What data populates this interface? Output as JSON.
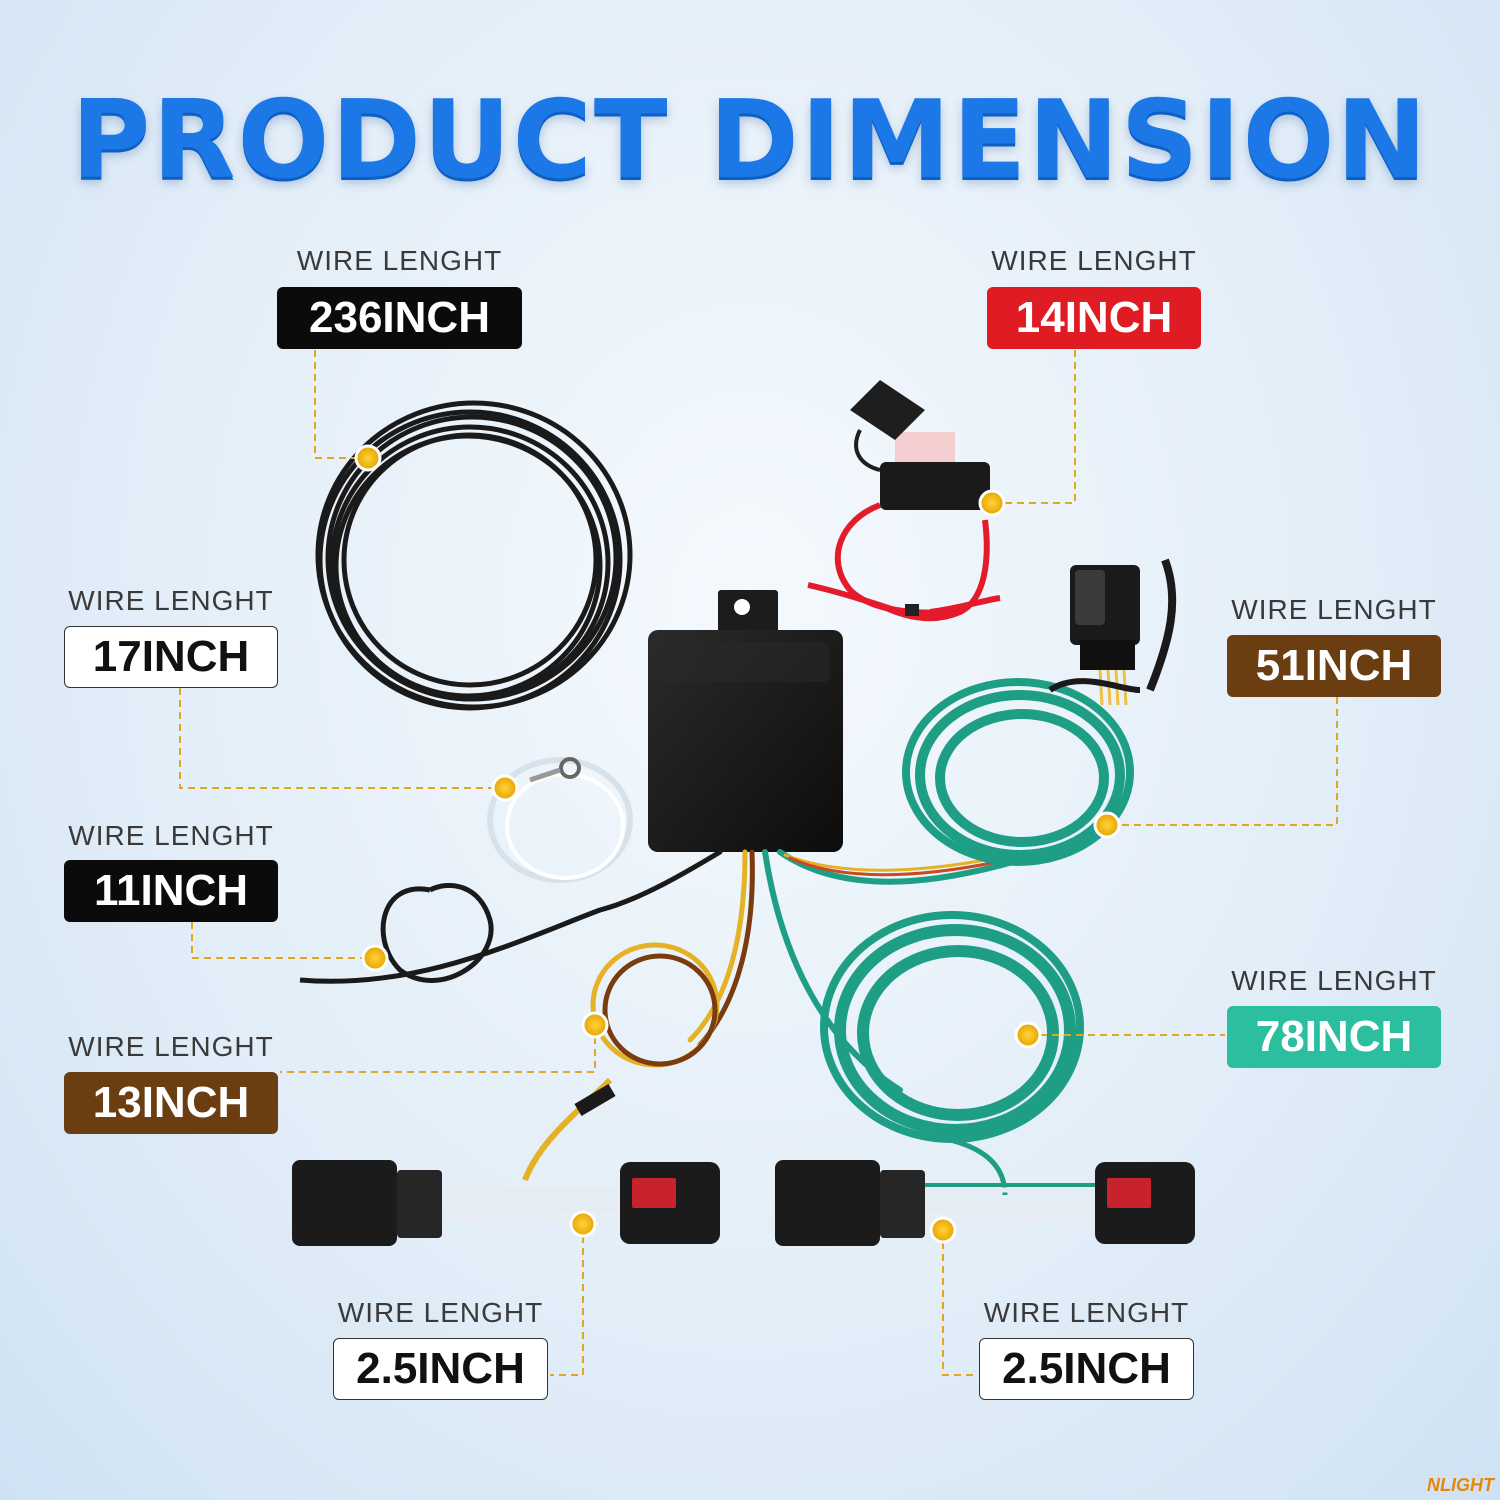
{
  "title": "PRODUCT DIMENSION",
  "callouts": [
    {
      "id": "c236",
      "label": "WIRE LENGHT",
      "value": "236INCH",
      "style": "dark"
    },
    {
      "id": "c14",
      "label": "WIRE LENGHT",
      "value": "14INCH",
      "style": "red"
    },
    {
      "id": "c17",
      "label": "WIRE LENGHT",
      "value": "17INCH",
      "style": "white"
    },
    {
      "id": "c51",
      "label": "WIRE LENGHT",
      "value": "51INCH",
      "style": "brown"
    },
    {
      "id": "c11",
      "label": "WIRE LENGHT",
      "value": "11INCH",
      "style": "dark"
    },
    {
      "id": "c78",
      "label": "WIRE LENGHT",
      "value": "78INCH",
      "style": "teal"
    },
    {
      "id": "c13",
      "label": "WIRE LENGHT",
      "value": "13INCH",
      "style": "brown"
    },
    {
      "id": "c25a",
      "label": "WIRE LENGHT",
      "value": "2.5INCH",
      "style": "white"
    },
    {
      "id": "c25b",
      "label": "WIRE LENGHT",
      "value": "2.5INCH",
      "style": "white"
    }
  ],
  "colors": {
    "title": "#1b78e6",
    "leader": "#e0a820",
    "marker": "#f0b400",
    "teal_wire": "#1f9e86",
    "red_wire": "#e31b2b"
  },
  "brand_logo": "NLIGHT"
}
